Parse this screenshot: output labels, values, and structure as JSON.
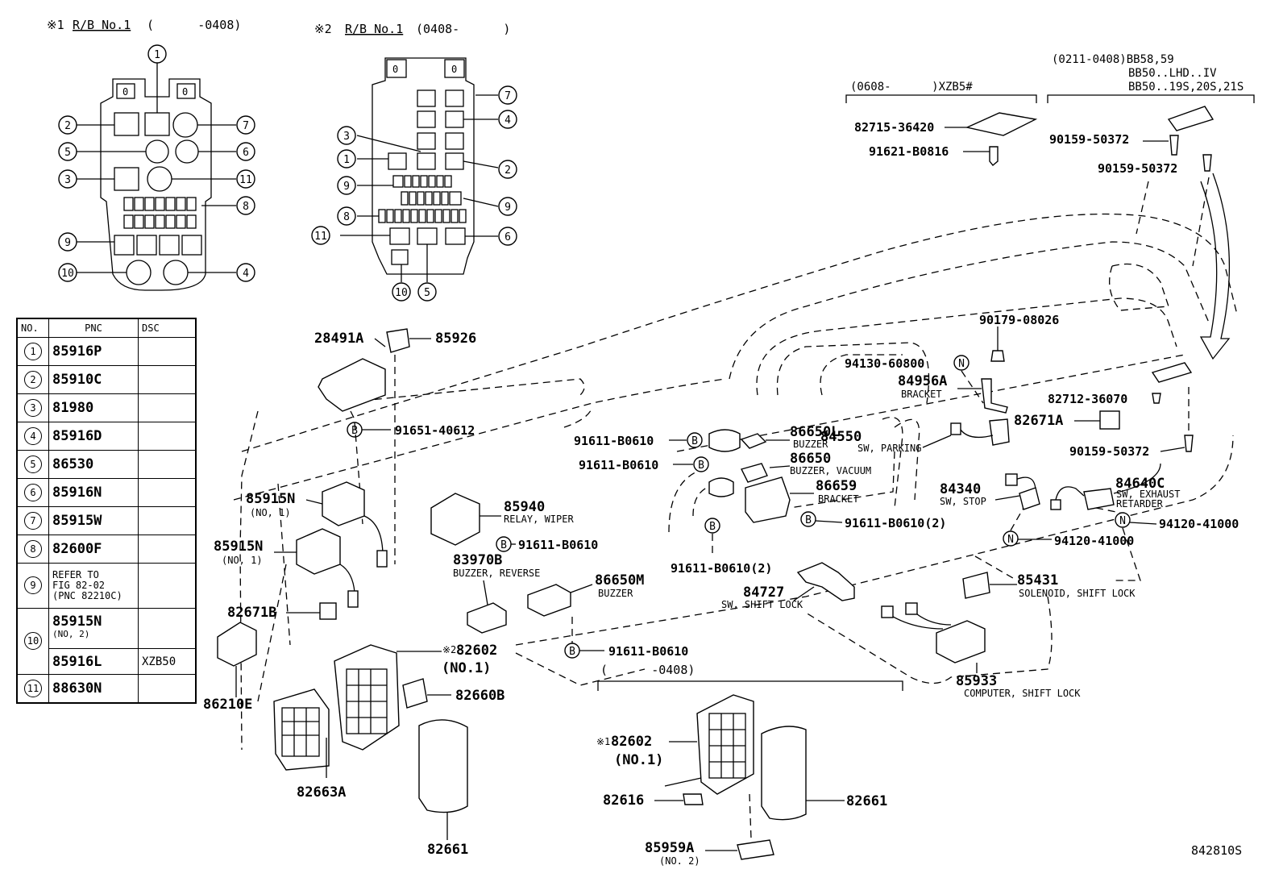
{
  "header": {
    "rb1_mark": "※1",
    "rb1_title": "R/B No.1",
    "rb1_range": "(      -0408)",
    "rb2_mark": "※2",
    "rb2_title": "R/B No.1",
    "rb2_range": "(0408-      )"
  },
  "rb1_circles": [
    "1",
    "2",
    "7",
    "5",
    "6",
    "3",
    "11",
    "8",
    "9",
    "10",
    "4"
  ],
  "rb2_circles": [
    "7",
    "4",
    "3",
    "2",
    "1",
    "9",
    "9",
    "8",
    "11",
    "6",
    "10",
    "5"
  ],
  "relay_box_zeros": [
    "0",
    "0"
  ],
  "table": {
    "headers": [
      "NO.",
      "PNC",
      "DSC"
    ],
    "rows": [
      {
        "no": "1",
        "pnc": "85916P",
        "dsc": ""
      },
      {
        "no": "2",
        "pnc": "85910C",
        "dsc": ""
      },
      {
        "no": "3",
        "pnc": "81980",
        "dsc": ""
      },
      {
        "no": "4",
        "pnc": "85916D",
        "dsc": ""
      },
      {
        "no": "5",
        "pnc": "86530",
        "dsc": ""
      },
      {
        "no": "6",
        "pnc": "85916N",
        "dsc": ""
      },
      {
        "no": "7",
        "pnc": "85915W",
        "dsc": ""
      },
      {
        "no": "8",
        "pnc": "82600F",
        "dsc": ""
      },
      {
        "no": "9",
        "pnc_lines": [
          "REFER TO",
          "FIG 82-02",
          "(PNC 82210C)"
        ],
        "dsc": ""
      },
      {
        "no": "10",
        "pnc": "85915N",
        "pnc_sub": "(NO, 2)",
        "dsc": ""
      },
      {
        "no": "",
        "pnc": "85916L",
        "dsc": "XZB50"
      },
      {
        "no": "11",
        "pnc": "88630N",
        "dsc": ""
      }
    ]
  },
  "top_right": {
    "range_a": "(0211-0408)BB58,59",
    "range_b": "BB50..LHD..IV",
    "range_c": "BB50..19S,20S,21S",
    "range_d": "(0608-      )XZB5#"
  },
  "parts": {
    "p82715": "82715-36420",
    "p91621": "91621-B0816",
    "p90159a": "90159-50372",
    "p90159b": "90159-50372",
    "p90159c": "90159-50372",
    "p28491A": "28491A",
    "p85926": "85926",
    "p91651": "91651-40612",
    "p85915N_a": "85915N",
    "p85915N_a_sub": "(NO, 1)",
    "p85915N_b": "85915N",
    "p85915N_b_sub": "(NO, 1)",
    "p85940": "85940",
    "p85940_desc": "RELAY, WIPER",
    "p91611_a": "91611-B0610",
    "p82671B": "82671B",
    "p86210E": "86210E",
    "p83970B": "83970B",
    "p83970B_desc": "BUZZER, REVERSE",
    "p86650M": "86650M",
    "p86650M_desc": "BUZZER",
    "p91611_b": "91611-B0610",
    "p82602_2_mark": "※2",
    "p82602_2": "82602",
    "p82602_2_sub": "(NO.1)",
    "p82660B": "82660B",
    "p82663A": "82663A",
    "p82661_a": "82661",
    "p90179": "90179-08026",
    "p94130": "94130-60800",
    "p84956A": "84956A",
    "p84956A_desc": "BRACKET",
    "p82712": "82712-36070",
    "p82671A": "82671A",
    "p91611_c": "91611-B0610",
    "p86650L": "86650L",
    "p86650L_desc": "BUZZER",
    "p84550": "84550",
    "p84550_desc": "SW, PARKING",
    "p91611_d": "91611-B0610",
    "p86650": "86650",
    "p86650_desc": "BUZZER, VACUUM",
    "p86659": "86659",
    "p86659_desc": "BRACKET",
    "p84340": "84340",
    "p84340_desc": "SW, STOP",
    "p84640C": "84640C",
    "p84640C_desc1": "SW, EXHAUST",
    "p84640C_desc2": "RETARDER",
    "p94120_a": "94120-41000",
    "p94120_b": "94120-41000",
    "p91611_e": "91611-B0610(2)",
    "p91611_f": "91611-B0610(2)",
    "p84727": "84727",
    "p84727_desc": "SW, SHIFT LOCK",
    "p85431": "85431",
    "p85431_desc": "SOLENOID, SHIFT LOCK",
    "p85933": "85933",
    "p85933_desc": "COMPUTER, SHIFT LOCK",
    "bottom_range": "(      -0408)",
    "p82602_1_mark": "※1",
    "p82602_1": "82602",
    "p82602_1_sub": "(NO.1)",
    "p82616": "82616",
    "p85959A": "85959A",
    "p85959A_sub": "(NO. 2)",
    "p82661_b": "82661"
  },
  "markers": {
    "B": "B",
    "N": "N"
  },
  "figure_id": "842810S"
}
